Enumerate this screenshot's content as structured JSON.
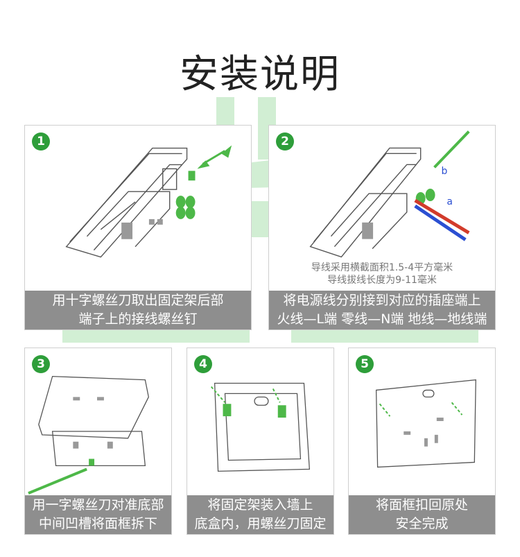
{
  "title": "安装说明",
  "steps": [
    {
      "number": "1",
      "caption_line1": "用十字螺丝刀取出固定架后部",
      "caption_line2": "端子上的接线螺丝钉"
    },
    {
      "number": "2",
      "caption_line1": "将电源线分别接到对应的插座端上",
      "caption_line2": "火线—L端 零线—N端 地线—地线端",
      "note_line1": "导线采用横截面积1.5-4平方毫米",
      "note_line2": "导线拔线长度为9-11毫米",
      "label_a": "a",
      "label_b": "b"
    },
    {
      "number": "3",
      "caption_line1": "用一字螺丝刀对准底部",
      "caption_line2": "中间凹槽将面框拆下"
    },
    {
      "number": "4",
      "caption_line1": "将固定架装入墙上",
      "caption_line2": "底盒内，用螺丝刀固定"
    },
    {
      "number": "5",
      "caption_line1": "将面框扣回原处",
      "caption_line2": "安全完成"
    }
  ],
  "colors": {
    "accent": "#2e9e3a",
    "caption_bg": "#8e8e8e",
    "wire_red": "#d23b2b",
    "wire_blue": "#2b4fd2"
  }
}
